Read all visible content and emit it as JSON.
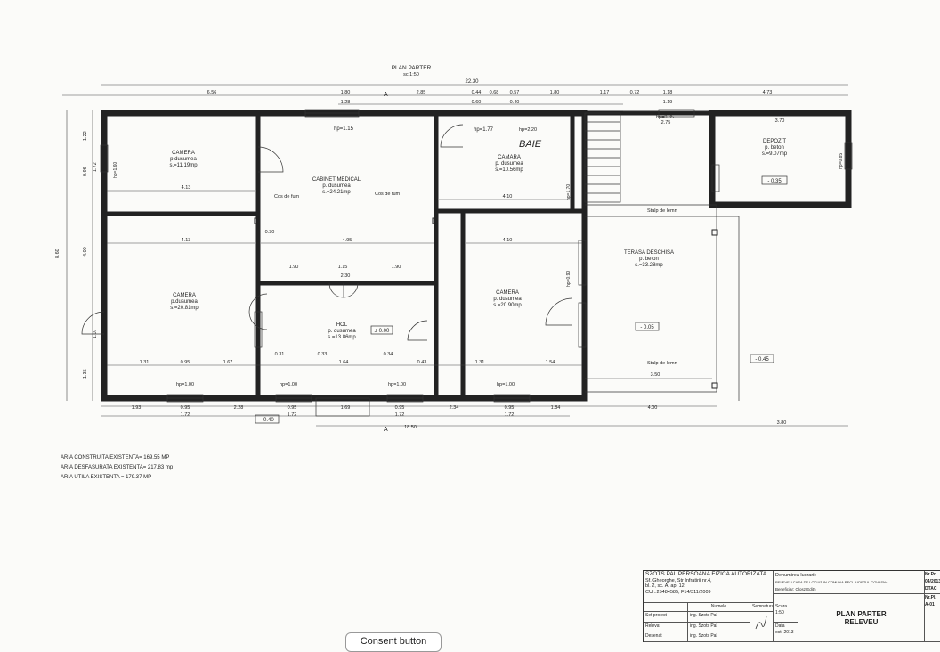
{
  "header": {
    "title": "PLAN PARTER",
    "scale": "sc 1:50"
  },
  "rooms": [
    {
      "id": "camera-nw",
      "name": "CAMERA",
      "floor": "p.dusumea",
      "area": "s.=11.19mp"
    },
    {
      "id": "cabinet",
      "name": "CABINET MEDICAL",
      "floor": "p. dusumea",
      "area": "s.=24.21mp",
      "note": "hp=1.15"
    },
    {
      "id": "camara",
      "name": "CAMARA",
      "floor": "p. dusumea",
      "area": "s.=10.56mp",
      "note": "hp=1.77"
    },
    {
      "id": "depozit",
      "name": "DEPOZIT",
      "floor": "p. beton",
      "area": "s.=9.07mp",
      "level": "- 0.35"
    },
    {
      "id": "camera-sw",
      "name": "CAMERA",
      "floor": "p.dusumea",
      "area": "s.=20.81mp"
    },
    {
      "id": "hol",
      "name": "HOL",
      "floor": "p. dusumea",
      "area": "s.=13.86mp",
      "level": "± 0.00"
    },
    {
      "id": "camera-se",
      "name": "CAMERA",
      "floor": "p. dusumea",
      "area": "s.=20.90mp"
    },
    {
      "id": "terasa",
      "name": "TERASA DESCHISA",
      "floor": "p. beton",
      "area": "s.=33.28mp",
      "level": "- 0.05"
    }
  ],
  "annotations": {
    "cos_fum": "Cos de fum",
    "stalp": "Stalp de lemn",
    "baie": "BAIE",
    "level_right": "- 0.45",
    "level_bottom": "- 0.40",
    "hp_100": "hp=1.00",
    "hp_220": "hp=2.20",
    "hp_085": "hp=0.85",
    "hp_090": "hp=0.90",
    "hp_170": "hp=1.70",
    "hp_160": "hp=1.60",
    "section_mark": "A"
  },
  "dims_top": [
    "22.30",
    "6.56",
    "1.80",
    "1.28",
    "2.85",
    "0.44",
    "0.60",
    "0.68",
    "0.57",
    "0.40",
    "1.80",
    "1.17",
    "0.72",
    "1.18",
    "1.19",
    "4.73",
    "2.75",
    "3.70"
  ],
  "dims_bottom": [
    "1.93",
    "0.95",
    "1.72",
    "2.28",
    "0.95",
    "1.72",
    "1.69",
    "0.95",
    "1.72",
    "2.34",
    "0.95",
    "1.72",
    "1.84",
    "4.00",
    "18.50",
    "3.80"
  ],
  "dims_left": [
    "8.60",
    "1.22",
    "0.96",
    "1.72",
    "4.00",
    "1.07",
    "1.35"
  ],
  "dims_interior": [
    "4.13",
    "4.95",
    "4.10",
    "1.90",
    "1.15",
    "2.30",
    "0.95",
    "1.64",
    "1.54",
    "3.50",
    "0.30",
    "0.33",
    "0.34",
    "0.43",
    "0.31",
    "1.67",
    "1.31"
  ],
  "areas_summary": {
    "construita": "ARIA CONSTRUITA EXISTENTA= 169.55 MP",
    "desfasurata": "ARIA DESFASURATA EXISTENTA= 217.83 mp",
    "utila": "ARIA UTILA EXISTENTA = 179.37 MP"
  },
  "title_block": {
    "firm": "SZOTS PAL PERSOANA FIZICA AUTORIZATA",
    "address1": "Sf. Gheorghe, Str Infratirii nr.4,",
    "address2": "bl. 2, sc. A, ap. 12",
    "cui": "CUI.:25484585, F14/311/2009",
    "work_label": "Denumirea lucrarii:",
    "work": "RELEVEU CASA DE LOCUIT IN COMUNA RECI JUDETUL COVASNA",
    "beneficiary": "Beneficiar: Olosz Edith",
    "col_name": "Numele",
    "col_sign": "Semnatura",
    "role1": "Sef proiect",
    "person1": "ing. Szots Pal",
    "role2": "Relevat",
    "person2": "ing. Szots Pal",
    "role3": "Desenat",
    "person3": "ing. Szots Pal",
    "scale_label": "Scara",
    "scale": "1:50",
    "date_label": "Data",
    "date": "oct. 2013",
    "drawing_title": "PLAN PARTER",
    "drawing_sub": "RELEVEU",
    "nr_label": "Nr.Pr.",
    "nr": "04/2013",
    "phase": "DTAC",
    "pl_label": "Nr.Pl.",
    "pl": "A-01"
  },
  "cookie": {
    "label": "Consent button"
  }
}
